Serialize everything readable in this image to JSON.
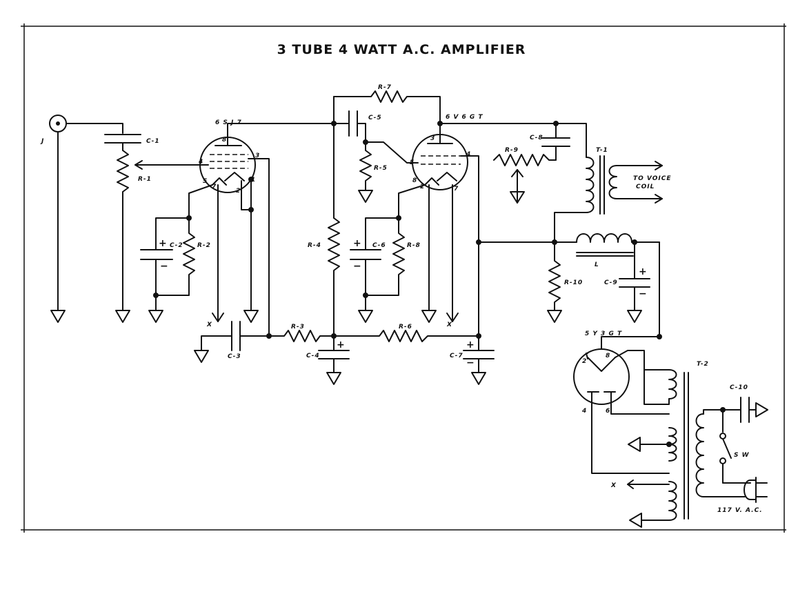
{
  "title": "3 TUBE 4 WATT A.C. AMPLIFIER",
  "tubes": {
    "v1": "6 S J 7",
    "v2": "6 V 6 G T",
    "v3": "5 Y 3 G T"
  },
  "components": {
    "jack": "J",
    "c1": "C-1",
    "c2": "C-2",
    "c3": "C-3",
    "c4": "C-4",
    "c5": "C-5",
    "c6": "C-6",
    "c7": "C-7",
    "c8": "C-8",
    "c9": "C-9",
    "c10": "C-10",
    "r1": "R-1",
    "r2": "R-2",
    "r3": "R-3",
    "r4": "R-4",
    "r5": "R-5",
    "r6": "R-6",
    "r7": "R-7",
    "r8": "R-8",
    "r9": "R-9",
    "r10": "R-10",
    "t1": "T-1",
    "t2": "T-2",
    "choke": "L",
    "switch": "S W"
  },
  "notes": {
    "voice1": "TO VOICE",
    "voice2": "COIL",
    "mains": "117 V. A.C.",
    "x_marker": "X"
  },
  "pins": {
    "v1": [
      "8",
      "4",
      "3",
      "5",
      "7",
      "2",
      "1"
    ],
    "v2": [
      "3",
      "4",
      "5",
      "8",
      "2",
      "7"
    ],
    "v3": [
      "2",
      "8",
      "4",
      "6"
    ]
  }
}
